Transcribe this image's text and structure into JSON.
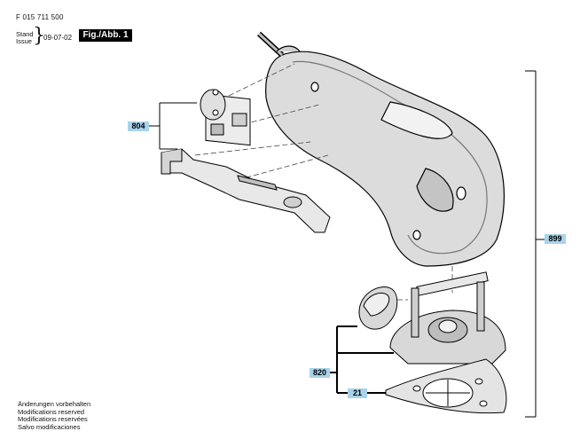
{
  "header": {
    "part_code": "F 015 711 500",
    "stand_label": "Stand",
    "issue_label": "Issue",
    "brace": "}",
    "date": "09-07-02",
    "figure_label": "Fig./Abb. 1"
  },
  "callouts": {
    "c804": "804",
    "c899": "899",
    "c820": "820",
    "c21": "21"
  },
  "footer": {
    "modifications": [
      "Änderungen vorbehalten",
      "Modifications reserved",
      "Modifications reservées",
      "Salvo modificaciones"
    ]
  }
}
